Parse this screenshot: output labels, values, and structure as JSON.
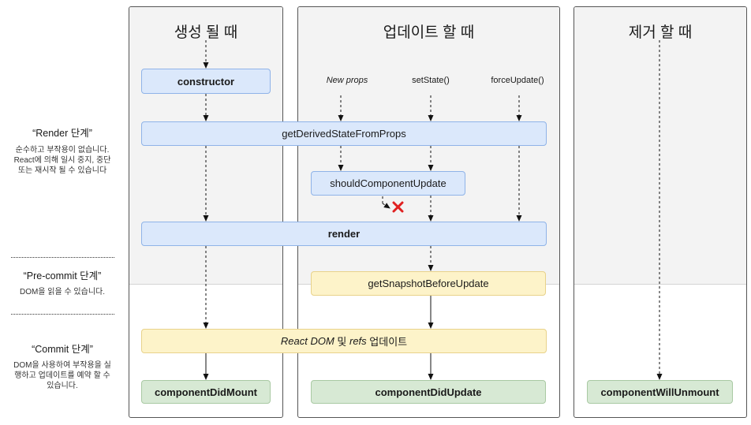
{
  "phases": {
    "render": {
      "title": "“Render 단계”",
      "desc": "순수하고 부작용이 없습니다. React에 의해 일시 중지, 중단 또는 재시작 될 수 있습니다"
    },
    "precommit": {
      "title": "“Pre-commit 단계”",
      "desc": "DOM을 읽을 수 있습니다."
    },
    "commit": {
      "title": "“Commit 단계”",
      "desc": "DOM을 사용하여 부작용을 실행하고 업데이트를 예약 할 수 있습니다."
    }
  },
  "columns": {
    "mount": "생성 될 때",
    "update": "업데이트 할 때",
    "unmount": "제거 할 때"
  },
  "triggers": {
    "new_props": "New props",
    "set_state": "setState()",
    "force_update": "forceUpdate()"
  },
  "methods": {
    "constructor": "constructor",
    "get_derived_state": "getDerivedStateFromProps",
    "should_update": "shouldComponentUpdate",
    "render": "render",
    "snapshot": "getSnapshotBeforeUpdate",
    "react_dom_pre": "React DOM ",
    "react_dom_mid": "및 ",
    "react_dom_refs": "refs",
    "react_dom_post": " 업데이트",
    "did_mount": "componentDidMount",
    "did_update": "componentDidUpdate",
    "will_unmount": "componentWillUnmount"
  },
  "colors": {
    "blue": "#dbe8fb",
    "yellow": "#fdf3c9",
    "green": "#d7e9d4",
    "stop_mark": "#e02020"
  },
  "icons": {
    "stop": "x-mark-icon"
  }
}
